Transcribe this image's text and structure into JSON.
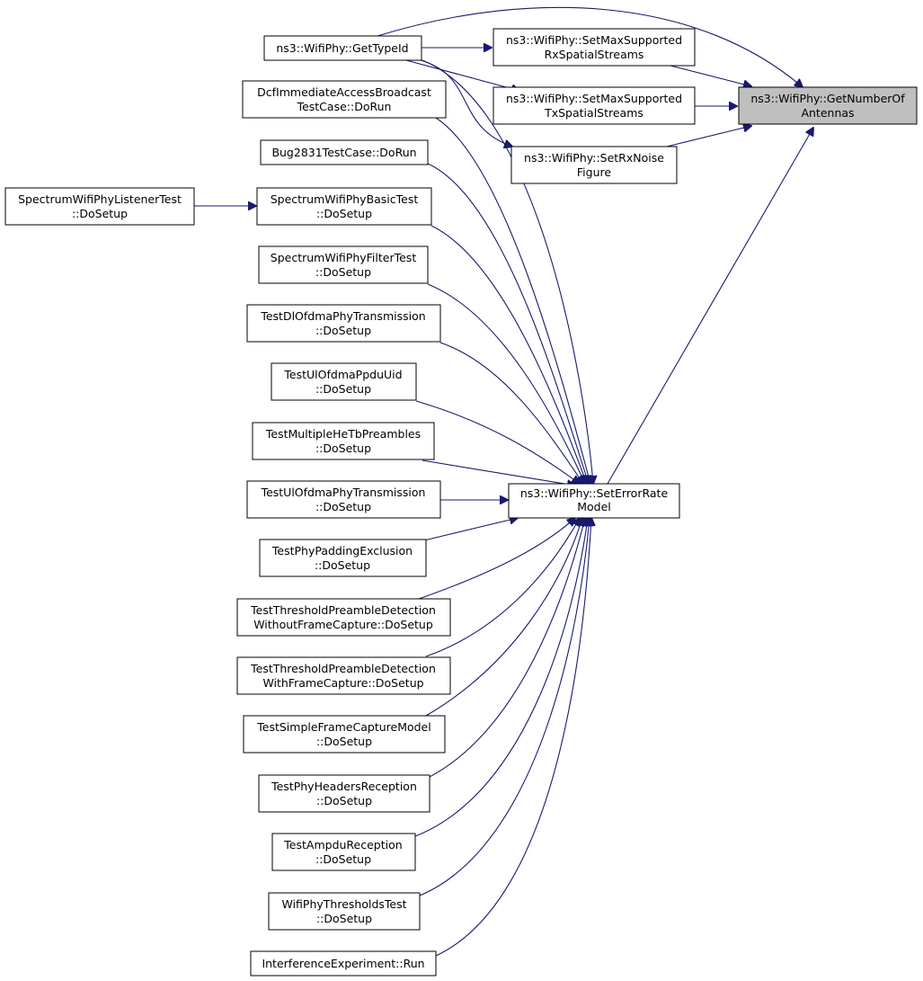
{
  "diagram": {
    "nodes": {
      "getNumberOfAntennas": {
        "lines": [
          "ns3::WifiPhy::GetNumberOf",
          "Antennas"
        ],
        "highlighted": true
      },
      "getTypeId": {
        "lines": [
          "ns3::WifiPhy::GetTypeId"
        ]
      },
      "setMaxRx": {
        "lines": [
          "ns3::WifiPhy::SetMaxSupported",
          "RxSpatialStreams"
        ]
      },
      "setMaxTx": {
        "lines": [
          "ns3::WifiPhy::SetMaxSupported",
          "TxSpatialStreams"
        ]
      },
      "setRxNoise": {
        "lines": [
          "ns3::WifiPhy::SetRxNoise",
          "Figure"
        ]
      },
      "setErrorRate": {
        "lines": [
          "ns3::WifiPhy::SetErrorRate",
          "Model"
        ]
      },
      "dcfImmediate": {
        "lines": [
          "DcfImmediateAccessBroadcast",
          "TestCase::DoRun"
        ]
      },
      "bug2831": {
        "lines": [
          "Bug2831TestCase::DoRun"
        ]
      },
      "spectrumListener": {
        "lines": [
          "SpectrumWifiPhyListenerTest",
          "::DoSetup"
        ]
      },
      "spectrumBasic": {
        "lines": [
          "SpectrumWifiPhyBasicTest",
          "::DoSetup"
        ]
      },
      "spectrumFilter": {
        "lines": [
          "SpectrumWifiPhyFilterTest",
          "::DoSetup"
        ]
      },
      "testDlOfdma": {
        "lines": [
          "TestDlOfdmaPhyTransmission",
          "::DoSetup"
        ]
      },
      "testUlPpduUid": {
        "lines": [
          "TestUlOfdmaPpduUid",
          "::DoSetup"
        ]
      },
      "testMultipleHeTb": {
        "lines": [
          "TestMultipleHeTbPreambles",
          "::DoSetup"
        ]
      },
      "testUlOfdmaTx": {
        "lines": [
          "TestUlOfdmaPhyTransmission",
          "::DoSetup"
        ]
      },
      "testPhyPadding": {
        "lines": [
          "TestPhyPaddingExclusion",
          "::DoSetup"
        ]
      },
      "testThreshWithout": {
        "lines": [
          "TestThresholdPreambleDetection",
          "WithoutFrameCapture::DoSetup"
        ]
      },
      "testThreshWith": {
        "lines": [
          "TestThresholdPreambleDetection",
          "WithFrameCapture::DoSetup"
        ]
      },
      "testSimpleCapture": {
        "lines": [
          "TestSimpleFrameCaptureModel",
          "::DoSetup"
        ]
      },
      "testPhyHeaders": {
        "lines": [
          "TestPhyHeadersReception",
          "::DoSetup"
        ]
      },
      "testAmpdu": {
        "lines": [
          "TestAmpduReception",
          "::DoSetup"
        ]
      },
      "wifiPhyThresholds": {
        "lines": [
          "WifiPhyThresholdsTest",
          "::DoSetup"
        ]
      },
      "interference": {
        "lines": [
          "InterferenceExperiment::Run"
        ]
      }
    },
    "edges": [
      {
        "from": "getTypeId",
        "to": "getNumberOfAntennas"
      },
      {
        "from": "getTypeId",
        "to": "setMaxRx"
      },
      {
        "from": "getTypeId",
        "to": "setMaxTx"
      },
      {
        "from": "getTypeId",
        "to": "setRxNoise"
      },
      {
        "from": "setMaxRx",
        "to": "getNumberOfAntennas"
      },
      {
        "from": "setMaxTx",
        "to": "getNumberOfAntennas"
      },
      {
        "from": "setRxNoise",
        "to": "getNumberOfAntennas"
      },
      {
        "from": "setErrorRate",
        "to": "getNumberOfAntennas"
      },
      {
        "from": "getTypeId",
        "to": "setErrorRate"
      },
      {
        "from": "dcfImmediate",
        "to": "setErrorRate"
      },
      {
        "from": "bug2831",
        "to": "setErrorRate"
      },
      {
        "from": "spectrumListener",
        "to": "spectrumBasic"
      },
      {
        "from": "spectrumBasic",
        "to": "setErrorRate"
      },
      {
        "from": "spectrumFilter",
        "to": "setErrorRate"
      },
      {
        "from": "testDlOfdma",
        "to": "setErrorRate"
      },
      {
        "from": "testUlPpduUid",
        "to": "setErrorRate"
      },
      {
        "from": "testMultipleHeTb",
        "to": "setErrorRate"
      },
      {
        "from": "testUlOfdmaTx",
        "to": "setErrorRate"
      },
      {
        "from": "testPhyPadding",
        "to": "setErrorRate"
      },
      {
        "from": "testThreshWithout",
        "to": "setErrorRate"
      },
      {
        "from": "testThreshWith",
        "to": "setErrorRate"
      },
      {
        "from": "testSimpleCapture",
        "to": "setErrorRate"
      },
      {
        "from": "testPhyHeaders",
        "to": "setErrorRate"
      },
      {
        "from": "testAmpdu",
        "to": "setErrorRate"
      },
      {
        "from": "wifiPhyThresholds",
        "to": "setErrorRate"
      },
      {
        "from": "interference",
        "to": "setErrorRate"
      }
    ]
  }
}
